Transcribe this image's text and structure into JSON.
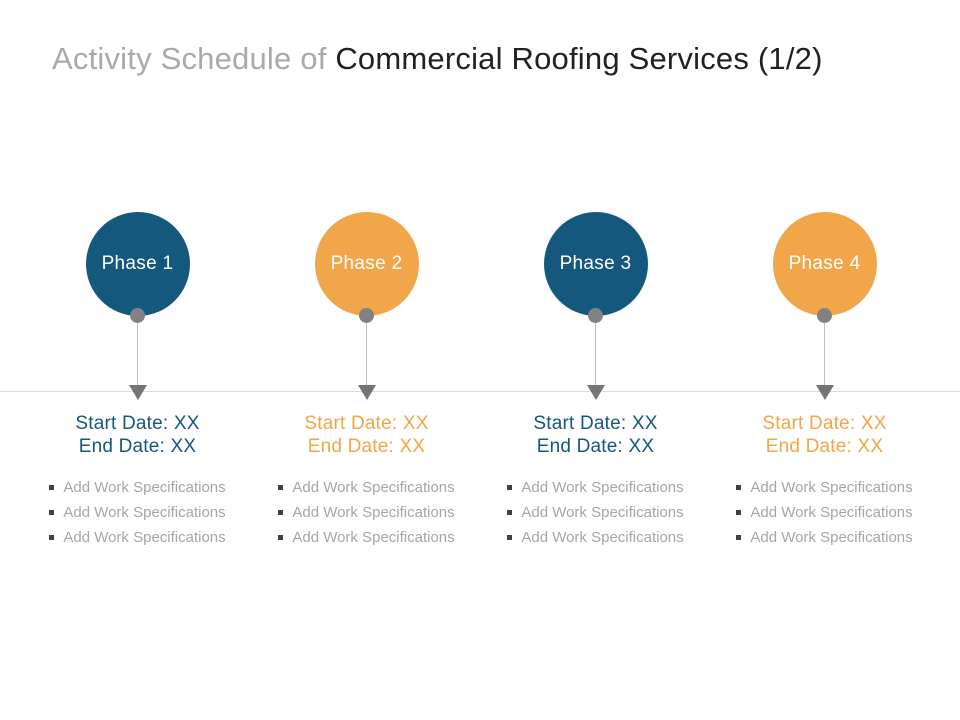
{
  "title": {
    "muted": "Activity Schedule of ",
    "emphasis": "Commercial Roofing Services (1/2)"
  },
  "colors": {
    "teal": "#15587D",
    "orange": "#F1A64A",
    "title-muted": "#A9A9A9",
    "title-strong": "#212121",
    "bullet-text": "#A6A6A6",
    "bullet-square": "#404040",
    "dot": "#828282",
    "arrow": "#757575",
    "stem": "#C0C0C0",
    "axis": "#DCDCDC"
  },
  "phases": [
    {
      "label": "Phase 1",
      "theme": "teal",
      "start_date": "Start Date: XX",
      "end_date": "End Date: XX",
      "bullets": [
        "Add Work Specifications",
        "Add Work Specifications",
        "Add Work Specifications"
      ]
    },
    {
      "label": "Phase 2",
      "theme": "orange",
      "start_date": "Start Date: XX",
      "end_date": "End Date: XX",
      "bullets": [
        "Add Work Specifications",
        "Add Work Specifications",
        "Add Work Specifications"
      ]
    },
    {
      "label": "Phase 3",
      "theme": "teal",
      "start_date": "Start Date: XX",
      "end_date": "End Date: XX",
      "bullets": [
        "Add Work Specifications",
        "Add Work Specifications",
        "Add Work Specifications"
      ]
    },
    {
      "label": "Phase 4",
      "theme": "orange",
      "start_date": "Start Date: XX",
      "end_date": "End Date: XX",
      "bullets": [
        "Add Work Specifications",
        "Add Work Specifications",
        "Add Work Specifications"
      ]
    }
  ]
}
